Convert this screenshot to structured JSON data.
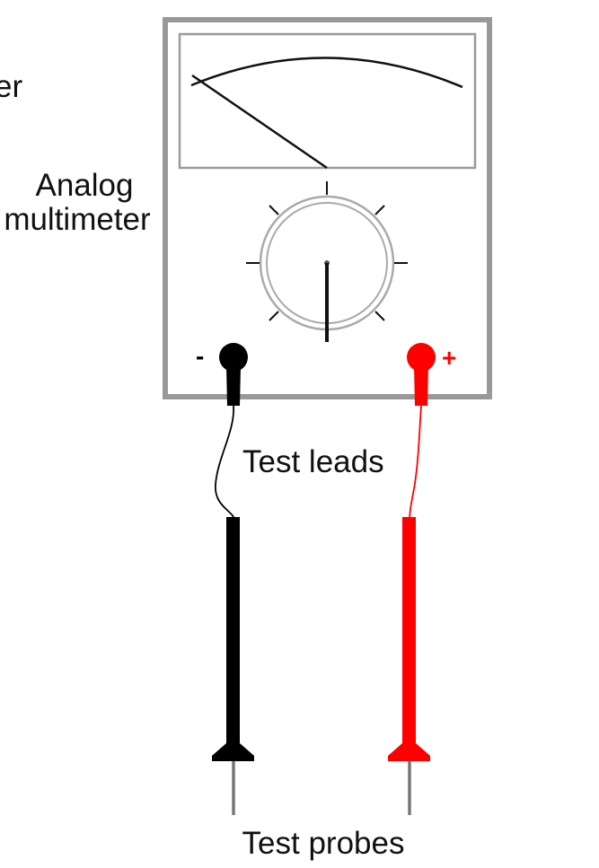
{
  "labels": {
    "partial_left": "er",
    "analog_line1": "Analog",
    "analog_line2": "multimeter",
    "test_leads": "Test leads",
    "test_probes": "Test probes",
    "negative": "-",
    "positive": "+"
  },
  "colors": {
    "case_outline": "#999999",
    "display_outline": "#9a9a9a",
    "negative_lead": "#000000",
    "positive_lead": "#ff0000",
    "probe_tip": "#777777",
    "text": "#111111"
  },
  "icons": {
    "selector_knob": "rotary-selector-knob-icon",
    "meter_needle": "meter-needle-icon"
  }
}
